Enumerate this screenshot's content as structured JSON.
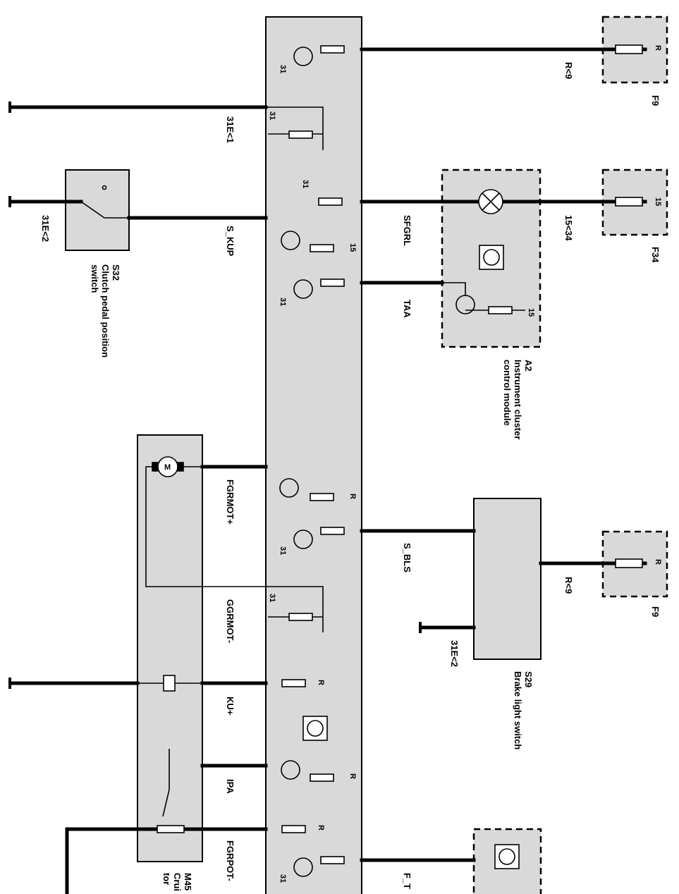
{
  "signals": {
    "r9_top": "R<9",
    "e31_1": "31E<1",
    "e31_2_left": "31E<2",
    "s_kup": "S_KUP",
    "sfgrl": "SFGRL",
    "taa": "TAA",
    "i15_34": "15<34",
    "fgrmot_plus": "FGRMOT+",
    "s_bls": "S_BLS",
    "r9_bottom": "R<9",
    "ggrmot_minus": "GGRMOT-",
    "e31_2_right": "31E<2",
    "ku_plus": "KU+",
    "ipa": "IPA",
    "fgrpot_minus": "FGRPOT-",
    "f_t": "F_T"
  },
  "components": {
    "s32": {
      "id": "S32",
      "line1": "Clutch pedal position",
      "line2": "switch"
    },
    "a2": {
      "id": "A2",
      "line1": "Instrument cluster",
      "line2": "control module"
    },
    "s29": {
      "id": "S29",
      "line1": "Brake light switch"
    },
    "m45": {
      "id": "M45",
      "line1": "Crui",
      "line2": "tor"
    },
    "f9_top": "F9",
    "f34": "F34",
    "f9_bottom": "F9"
  },
  "pins": {
    "r": "R",
    "p15": "15",
    "p31": "31"
  }
}
